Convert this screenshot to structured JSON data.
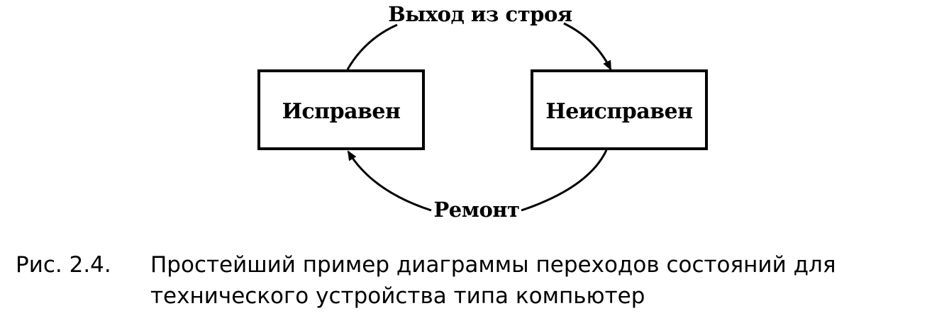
{
  "diagram": {
    "states": {
      "working": "Исправен",
      "faulty": "Неисправен"
    },
    "transitions": {
      "failure": "Выход из строя",
      "repair": "Ремонт"
    }
  },
  "caption": {
    "number": "Рис. 2.4.",
    "line1": "Простейший пример диаграммы переходов состояний для",
    "line2": "технического устройства типа компьютер"
  },
  "colors": {
    "ink": "#000000",
    "background": "#ffffff"
  }
}
